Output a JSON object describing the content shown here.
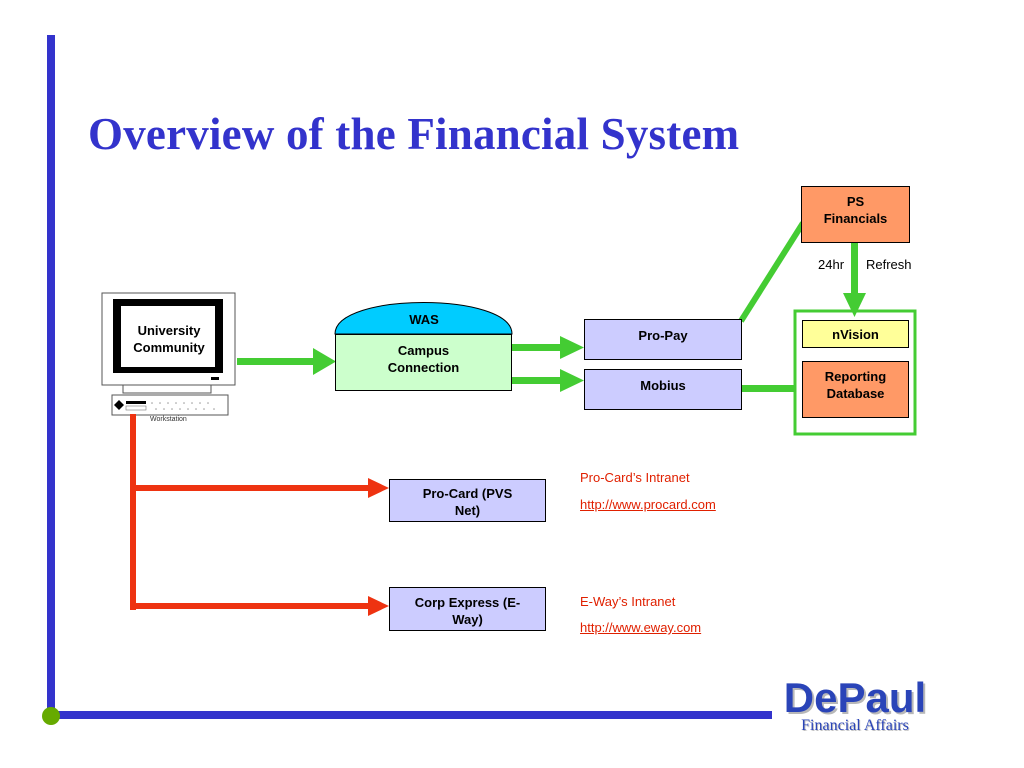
{
  "title": "Overview of the Financial System",
  "nodes": {
    "workstation_screen": "University Community",
    "workstation_caption": "Workstation",
    "was": "WAS",
    "campus": "Campus Connection",
    "propay": "Pro-Pay",
    "mobius": "Mobius",
    "ps": "PS Financials",
    "nvision": "nVision",
    "reporting": "Reporting Database",
    "procard": "Pro-Card (PVS Net)",
    "corp": "Corp Express (E-Way)"
  },
  "refresh": {
    "hours": "24hr",
    "label": "Refresh"
  },
  "links": {
    "procard_title": "Pro-Card’s Intranet",
    "procard_url": "http://www.procard.com",
    "eway_title": "E-Way’s Intranet",
    "eway_url": "http://www.eway.com"
  },
  "logo": {
    "main": "DePaul",
    "sub": "Financial Affairs"
  },
  "colors": {
    "accent_blue": "#3333cc",
    "green": "#44cc33",
    "red": "#ee3311",
    "lavender": "#ccccff",
    "salmon": "#ff9966",
    "light_green": "#ccffcc",
    "light_yellow": "#ffff99",
    "cyan": "#00ccff",
    "olive_dot": "#66aa00"
  }
}
